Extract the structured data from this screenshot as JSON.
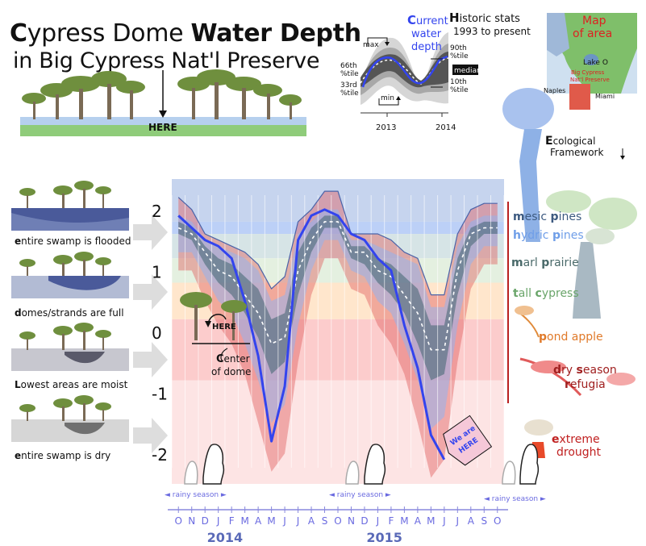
{
  "title": {
    "first_letter": "C",
    "part1": "ypress Dome ",
    "bold": "Water Depth",
    "line2": "in Big Cypress Nat'l Preserve"
  },
  "here_label": "HERE",
  "inset": {
    "title_initial": "H",
    "title_rest": "istoric stats",
    "title_line2": "1993 to present",
    "current_initial": "C",
    "current_l1": "urrent",
    "current_l2": "water",
    "current_l3": "depth",
    "max": "max",
    "min": "min",
    "p66": [
      "66th",
      "%tile"
    ],
    "p33": [
      "33rd",
      "%tile"
    ],
    "p90": [
      "90th",
      "%tile"
    ],
    "p10": [
      "10th",
      "%tile"
    ],
    "median": "median",
    "years": [
      "2013",
      "2014"
    ]
  },
  "map": {
    "title": [
      "Map",
      "of area"
    ],
    "labels": [
      "Lake O",
      "Big Cypress",
      "Nat'l Preserve",
      "Naples",
      "Miami"
    ]
  },
  "eco": {
    "initial": "E",
    "rest": "cological",
    "line2": "Framework"
  },
  "conditions": [
    {
      "initial": "e",
      "rest": "ntire swamp is flooded"
    },
    {
      "initial": "d",
      "rest": "omes/strands are full"
    },
    {
      "initial": "L",
      "rest": "owest areas are moist"
    },
    {
      "initial": "e",
      "rest": "ntire swamp is dry"
    }
  ],
  "zones": [
    {
      "parts": [
        [
          "m",
          true
        ],
        [
          "esic ",
          false
        ],
        [
          "p",
          true
        ],
        [
          "ines",
          false
        ]
      ],
      "color": "#3d5a80"
    },
    {
      "parts": [
        [
          "h",
          true
        ],
        [
          "ydric ",
          false
        ],
        [
          "p",
          true
        ],
        [
          "ines",
          false
        ]
      ],
      "color": "#6f9ee8"
    },
    {
      "parts": [
        [
          "m",
          true
        ],
        [
          "arl ",
          false
        ],
        [
          "p",
          true
        ],
        [
          "rairie",
          false
        ]
      ],
      "color": "#4a6a6a"
    },
    {
      "parts": [
        [
          "t",
          true
        ],
        [
          "all ",
          false
        ],
        [
          "c",
          true
        ],
        [
          "ypress",
          false
        ]
      ],
      "color": "#6aa56a"
    },
    {
      "parts": [
        [
          "p",
          true
        ],
        [
          "ond apple",
          false
        ]
      ],
      "color": "#e07a2a"
    },
    {
      "parts": [
        [
          "d",
          true
        ],
        [
          "ry ",
          false
        ],
        [
          "s",
          true
        ],
        [
          "eason",
          false
        ]
      ],
      "color": "#a02020"
    },
    {
      "parts": [
        [
          "r",
          true
        ],
        [
          "efugia",
          false
        ]
      ],
      "color": "#a02020"
    },
    {
      "parts": [
        [
          "e",
          true
        ],
        [
          "xtreme",
          false
        ]
      ],
      "color": "#c02020"
    },
    {
      "parts": [
        [
          "drought",
          false
        ]
      ],
      "color": "#c02020"
    }
  ],
  "center_of_dome": {
    "initial": "C",
    "rest": "enter",
    "line2": "of dome"
  },
  "we_are_here": [
    "We are",
    "HERE"
  ],
  "rainy_season": "rainy season",
  "colors": {
    "current": "#3344ee",
    "max_band": "#4a63a8",
    "p90_band": "#93b3ee",
    "p66_band": "#3f6470",
    "median": "#ffffff",
    "axis": "#8888dd"
  },
  "chart_data": {
    "type": "area",
    "ylim": [
      -2.5,
      2.5
    ],
    "yticks": [
      2,
      1,
      0,
      -1,
      -2
    ],
    "month_labels": [
      "O",
      "N",
      "D",
      "J",
      "F",
      "M",
      "A",
      "M",
      "J",
      "J",
      "A",
      "S",
      "O",
      "N",
      "D",
      "J",
      "F",
      "M",
      "A",
      "M",
      "J",
      "J",
      "A",
      "S",
      "O"
    ],
    "year_labels": [
      "2014",
      "2015"
    ],
    "series": [
      {
        "name": "max",
        "values": [
          2.2,
          2.0,
          1.6,
          1.5,
          1.4,
          1.3,
          1.1,
          0.7,
          0.9,
          1.8,
          2.0,
          2.3,
          2.3,
          1.6,
          1.6,
          1.6,
          1.5,
          1.3,
          1.2,
          0.6,
          0.6,
          1.6,
          2.0,
          2.1,
          2.1
        ]
      },
      {
        "name": "90th %tile",
        "values": [
          1.9,
          1.8,
          1.5,
          1.4,
          1.3,
          1.2,
          1.0,
          0.5,
          0.6,
          1.6,
          1.8,
          2.0,
          2.0,
          1.5,
          1.5,
          1.4,
          1.3,
          1.2,
          1.1,
          0.4,
          0.4,
          1.4,
          1.8,
          1.9,
          1.9
        ]
      },
      {
        "name": "66th %tile",
        "values": [
          1.8,
          1.7,
          1.4,
          1.2,
          1.1,
          0.9,
          0.7,
          0.2,
          0.3,
          1.3,
          1.7,
          1.9,
          1.9,
          1.4,
          1.4,
          1.2,
          1.1,
          0.9,
          0.7,
          0.1,
          0.1,
          1.2,
          1.7,
          1.8,
          1.8
        ]
      },
      {
        "name": "median",
        "values": [
          1.7,
          1.6,
          1.3,
          1.0,
          0.9,
          0.6,
          0.3,
          -0.2,
          -0.1,
          1.0,
          1.5,
          1.8,
          1.8,
          1.3,
          1.3,
          1.0,
          0.9,
          0.6,
          0.3,
          -0.3,
          -0.3,
          1.0,
          1.6,
          1.7,
          1.7
        ]
      },
      {
        "name": "33rd %tile",
        "values": [
          1.6,
          1.5,
          1.1,
          0.8,
          0.6,
          0.3,
          -0.1,
          -0.7,
          -0.5,
          0.6,
          1.3,
          1.7,
          1.7,
          1.2,
          1.1,
          0.8,
          0.6,
          0.3,
          -0.2,
          -0.8,
          -0.7,
          0.6,
          1.4,
          1.6,
          1.6
        ]
      },
      {
        "name": "10th %tile",
        "values": [
          1.3,
          1.3,
          0.9,
          0.5,
          0.3,
          -0.2,
          -0.8,
          -1.5,
          -1.2,
          0.1,
          1.0,
          1.5,
          1.5,
          1.0,
          0.9,
          0.5,
          0.3,
          -0.2,
          -0.8,
          -1.6,
          -1.4,
          0.1,
          1.1,
          1.4,
          1.4
        ]
      },
      {
        "name": "min",
        "values": [
          1.0,
          1.0,
          0.5,
          0.1,
          -0.2,
          -0.7,
          -1.5,
          -2.3,
          -2.0,
          -0.5,
          0.6,
          1.2,
          1.2,
          0.7,
          0.6,
          0.1,
          -0.2,
          -0.7,
          -1.5,
          -2.4,
          -2.1,
          -0.5,
          0.7,
          1.1,
          1.1
        ]
      },
      {
        "name": "Current water depth",
        "values": [
          1.9,
          1.7,
          1.5,
          1.4,
          1.2,
          0.5,
          -0.4,
          -1.8,
          -0.9,
          1.5,
          1.9,
          2.0,
          1.9,
          1.6,
          1.5,
          1.2,
          1.0,
          0.1,
          -0.6,
          -1.7,
          -2.1,
          null,
          null,
          null,
          null
        ]
      }
    ]
  }
}
